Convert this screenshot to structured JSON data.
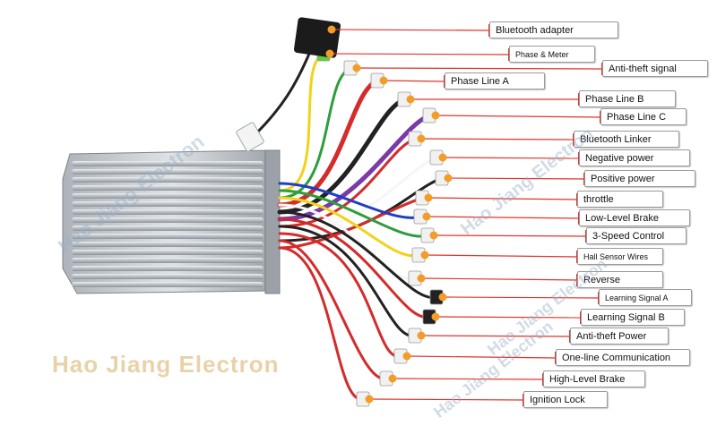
{
  "image": {
    "watermark": "Hao Jiang Electron",
    "colors": {
      "accent": "#e0342c",
      "dot": "#f39c28",
      "housing": "#c8ccd1",
      "label_border": "#9a9a9a"
    }
  },
  "labels": [
    "Bluetooth adapter",
    "Phase & Meter",
    "Anti-theft signal",
    "Phase Line A",
    "Phase Line B",
    "Phase Line C",
    "Bluetooth Linker",
    "Negative power",
    "Positive  power",
    "throttle",
    "Low-Level Brake",
    "3-Speed Control",
    "Hall Sensor Wires",
    "Reverse",
    "Learning Signal A",
    "Learning Signal B",
    "Anti-theft Power",
    "One-line Communication",
    "High-Level Brake",
    "Ignition Lock"
  ]
}
